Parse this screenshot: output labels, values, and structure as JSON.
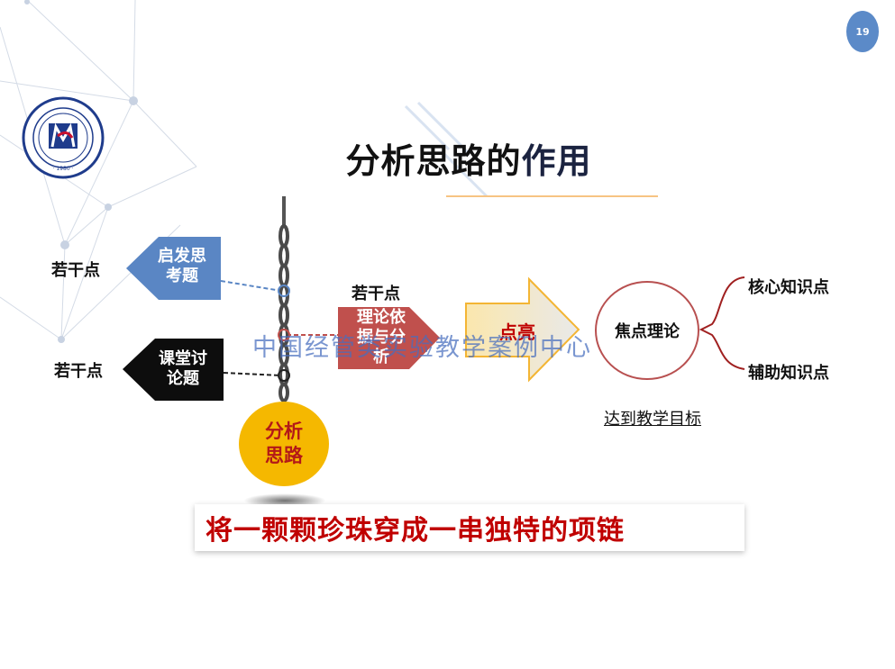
{
  "slide": {
    "page_number": "19",
    "title_part1": "分析思路的",
    "title_part2": "作用",
    "colors": {
      "accent_blue": "#5b8ac8",
      "red": "#c00000",
      "gold": "#f5b800",
      "dark_red_arrow": "#c0504d"
    }
  },
  "logo": {
    "icon": "university-seal-logo",
    "year": "· 1980 ·"
  },
  "left_items": [
    {
      "tag": "启发思考题",
      "tag_line1": "启发思",
      "tag_line2": "考题",
      "label": "若干点"
    },
    {
      "tag": "课堂讨论题",
      "tag_line1": "课堂讨",
      "tag_line2": "论题",
      "label": "若干点"
    }
  ],
  "chain": {
    "icon": "chain-icon"
  },
  "core": {
    "line1": "分析",
    "line2": "思路"
  },
  "theory": {
    "label": "若干点",
    "line1": "理论依",
    "line2": "据与分",
    "line3": "析"
  },
  "highlight": {
    "text": "点亮"
  },
  "focus": {
    "text": "焦点理论"
  },
  "branches": [
    "核心知识点",
    "辅助知识点"
  ],
  "goal": "达到教学目标",
  "banner": "将一颗颗珍珠穿成一串独特的项链",
  "watermark": "中国经管类实验教学案例中心"
}
